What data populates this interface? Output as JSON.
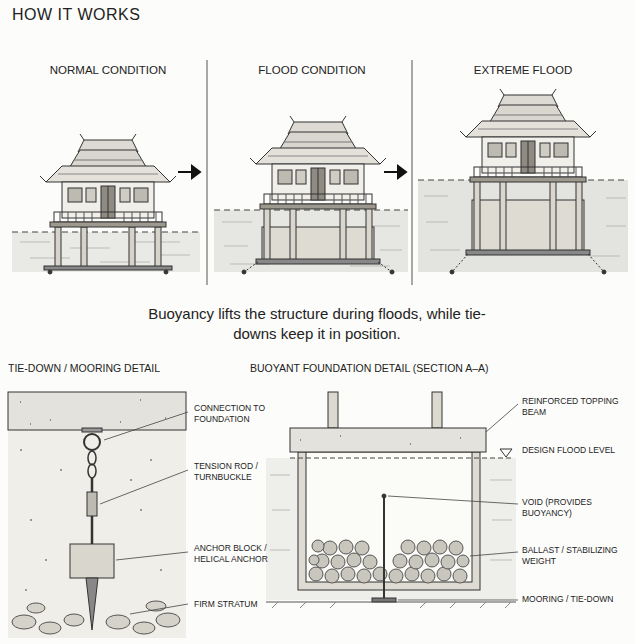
{
  "diagram": {
    "title": "HOW IT WORKS",
    "caption": "Buoyancy lifts the structure during floods, while tie-downs keep it in position.",
    "labels": [
      "NORMAL CONDITION",
      "FLOOD CONDITION",
      "EXTREME FLOOD",
      "TIE-DOWN / MOORING DETAIL",
      "BUOYANT FOUNDATION DETAIL (SECTION A–A)",
      "CONNECTION TO FOUNDATION",
      "TENSION ROD / TURNBUCKLE",
      "ANCHOR BLOCK / HELICAL ANCHOR",
      "FIRM STRATUM",
      "REINFORCED TOPPING BEAM",
      "DESIGN FLOOD LEVEL",
      "VOID (PROVIDES BUOYANCY)",
      "BALLAST / STABILIZING WEIGHT",
      "MOORING / TIE-DOWN"
    ]
  }
}
